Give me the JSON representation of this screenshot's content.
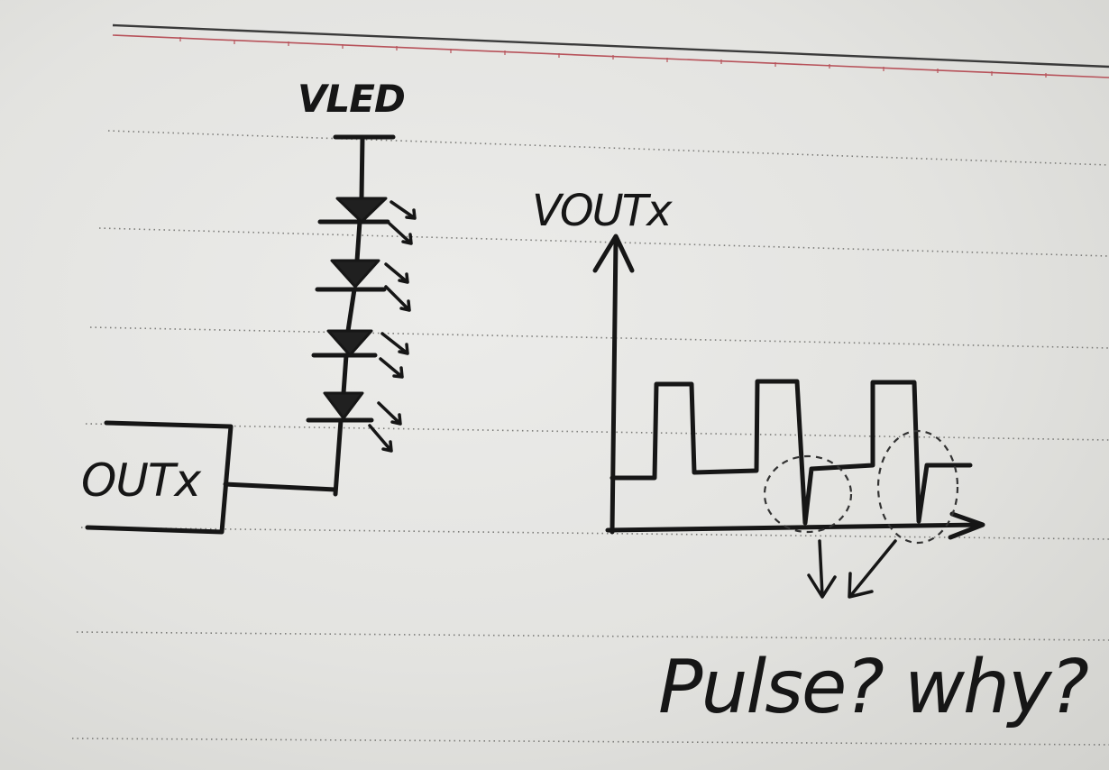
{
  "labels": {
    "supply": "VLED",
    "driver_pin": "OUTx",
    "output_axis": "VOUTx",
    "question": "Pulse? why?"
  },
  "circuit": {
    "led_count": 4
  },
  "colors": {
    "ink": "#161616",
    "paper": "#e6e6e3",
    "red_margin": "#b7525a",
    "rule_dots": "#7b7b78"
  }
}
